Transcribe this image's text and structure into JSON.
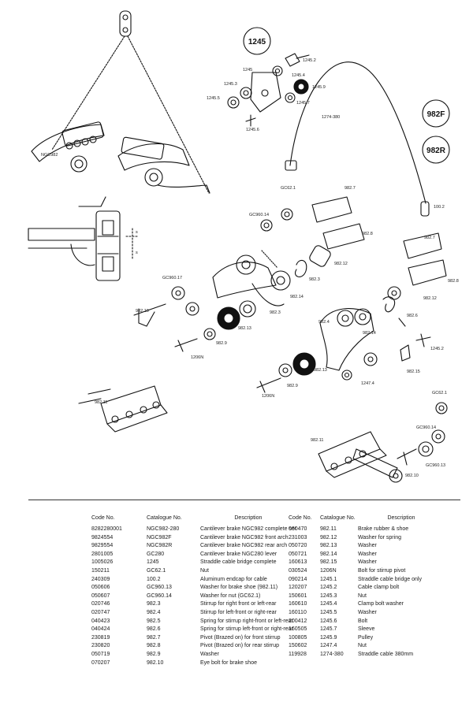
{
  "badges": [
    "1245",
    "982F",
    "982R"
  ],
  "callouts": [
    "1245.2",
    "1245",
    "1245.4",
    "1245.3",
    "1245.9",
    "1245.5",
    "1245.7",
    "1245.6",
    "1274-380",
    "GC62.1",
    "982.7",
    "GC960.14",
    "100.2",
    "982.8",
    "982.7",
    "982.12",
    "GC960.17",
    "982.3",
    "982.14",
    "982.12",
    "982.8",
    "982.10",
    "982.3",
    "982.13",
    "982.4",
    "982.6",
    "982.9",
    "1206N",
    "982.14",
    "1245.2",
    "982.13",
    "982.9",
    "1206N",
    "1247.4",
    "982.15",
    "982.11",
    "GC62.1",
    "GC960.14",
    "982.11",
    "GC960.13",
    "982.10"
  ],
  "table": {
    "headers": [
      "Code No.",
      "Catalogue No.",
      "Description"
    ],
    "left": [
      [
        "8282280001",
        "NGC982-280",
        "Cantilever brake NGC982 complete set"
      ],
      [
        "9824554",
        "NGC982F",
        "Cantilever brake NGC982 front arch"
      ],
      [
        "9829554",
        "NGC982R",
        "Cantilever brake NGC982 rear arch"
      ],
      [
        "2801005",
        "GC280",
        "Cantilever brake NGC280 lever"
      ],
      [
        "1005026",
        "1245",
        "Straddle cable bridge complete"
      ],
      [
        "150211",
        "GC62.1",
        "Nut"
      ],
      [
        "240309",
        "100.2",
        "Aluminum endcap for cable"
      ],
      [
        "050606",
        "GC960.13",
        "Washer for brake shoe (982.11)"
      ],
      [
        "050607",
        "GC960.14",
        "Washer for nut (GC62.1)"
      ],
      [
        "020746",
        "982.3",
        "Stirrup for right front or left-rear"
      ],
      [
        "020747",
        "982.4",
        "Stirrup for left-front or right-rear"
      ],
      [
        "040423",
        "982.5",
        "Spring for stirrup right-front or left-rear"
      ],
      [
        "040424",
        "982.6",
        "Spring for stirrup left-front or right-rear"
      ],
      [
        "230819",
        "982.7",
        "Pivot (Brazed on) for front stirrup"
      ],
      [
        "230820",
        "982.8",
        "Pivot (Brazed on) for rear stirrup"
      ],
      [
        "050719",
        "982.9",
        "Washer"
      ],
      [
        "070207",
        "982.10",
        "Eye bolt for brake shoe"
      ]
    ],
    "right": [
      [
        "060470",
        "982.11",
        "Brake rubber & shoe"
      ],
      [
        "231003",
        "982.12",
        "Washer for spring"
      ],
      [
        "050720",
        "982.13",
        "Washer"
      ],
      [
        "050721",
        "982.14",
        "Washer"
      ],
      [
        "160613",
        "982.15",
        "Washer"
      ],
      [
        "030524",
        "1206N",
        "Bolt for stirrup pivot"
      ],
      [
        "090214",
        "1245.1",
        "Straddle cable bridge only"
      ],
      [
        "120207",
        "1245.2",
        "Cable clamp bolt"
      ],
      [
        "150601",
        "1245.3",
        "Nut"
      ],
      [
        "160610",
        "1245.4",
        "Clamp bolt washer"
      ],
      [
        "160110",
        "1245.5",
        "Washer"
      ],
      [
        "200412",
        "1245.6",
        "Bolt"
      ],
      [
        "160505",
        "1245.7",
        "Sleeve"
      ],
      [
        "100805",
        "1245.9",
        "Pulley"
      ],
      [
        "150602",
        "1247.4",
        "Nut"
      ],
      [
        "119928",
        "1274-380",
        "Straddle cable 380mm"
      ]
    ]
  }
}
